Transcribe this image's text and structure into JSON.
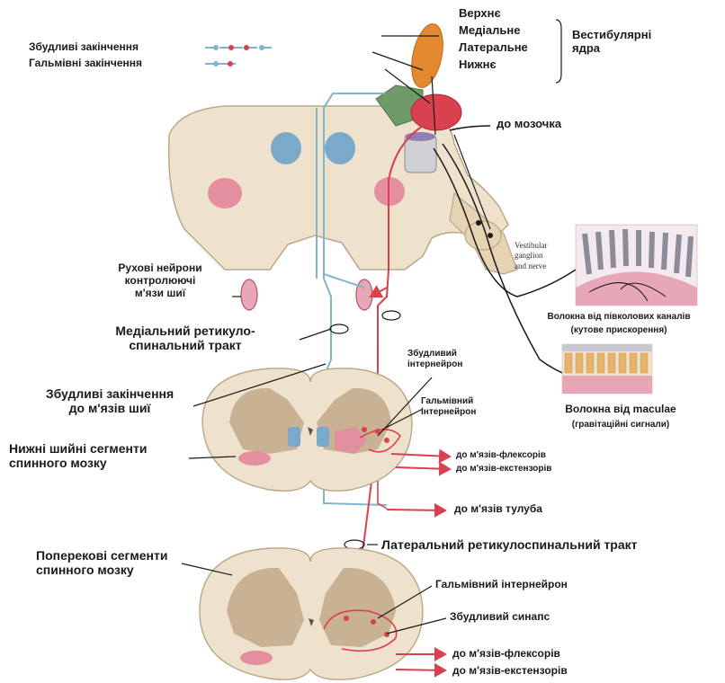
{
  "legend": {
    "excitatory": "Збудливі закінчення",
    "inhibitory": "Гальмівні закінчення"
  },
  "nuclei": {
    "superior": "Верхнє",
    "medial": "Медіальне",
    "lateral": "Латеральне",
    "inferior": "Нижнє",
    "group": "Вестибулярні\nядра"
  },
  "labels": {
    "to_cerebellum": "до мозочка",
    "ganglion": "Vestibular\nganglion\nand nerve",
    "canal_fibers": "Волокна від півколових каналів",
    "canal_fibers_note": "(кутове прискорення)",
    "macula_fibers": "Волокна від maculae",
    "macula_fibers_note": "(гравітаційні сигнали)",
    "neck_motor_neurons": "Рухові нейрони\nконтролюючі\nм'язи шиї",
    "medial_tract": "Медіальний ретикуло-\nспинальний тракт",
    "excitatory_neck": "Збудливі закінчення\nдо м'язів шиї",
    "cervical": "Нижні шийні сегменти\nспинного мозку",
    "exc_interneuron": "Збудливий\nінтернейрон",
    "inh_interneuron": "Гальмівний\nінтернейрон",
    "to_flexors_1": "до м'язів-флексорів",
    "to_extensors_1": "до м'язів-екстензорів",
    "to_trunk": "до м'язів тулуба",
    "lateral_tract": "Латеральний ретикулоспинальний тракт",
    "lumbar": "Поперекові сегменти\nспинного мозку",
    "inh_interneuron_2": "Гальмівний інтернейрон",
    "exc_synapse": "Збудливий синапс",
    "to_flexors_2": "до м'язів-флексорів",
    "to_extensors_2": "до м'язів-екстензорів"
  },
  "colors": {
    "excitatory": "#d9414f",
    "inhibitory": "#7fb6cc",
    "tissue": "#efe2cc",
    "grey_matter": "#c9b294",
    "pink_nucleus": "#e48fa0",
    "blue_nucleus": "#7aa9c9",
    "orange_nucleus": "#e3892f",
    "green_nucleus": "#6f9a6a"
  }
}
